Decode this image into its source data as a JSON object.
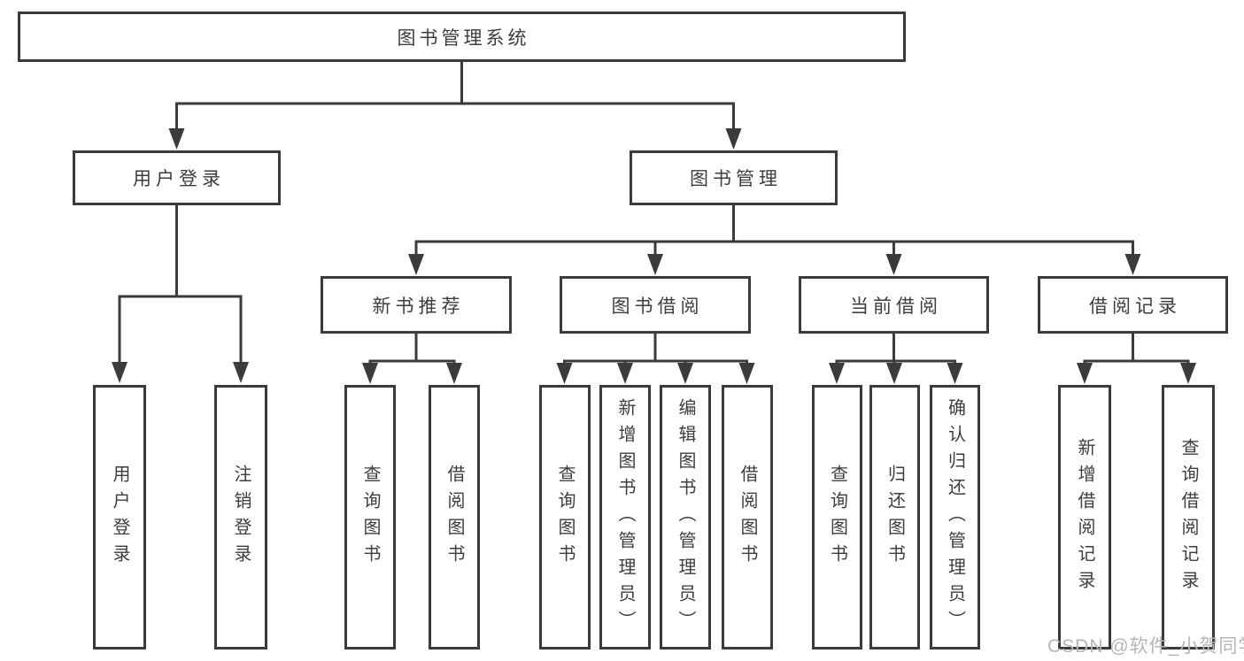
{
  "tree": {
    "root": {
      "label": "图书管理系统"
    },
    "level2": [
      {
        "label": "用户登录"
      },
      {
        "label": "图书管理"
      }
    ],
    "level3": [
      {
        "label": "新书推荐"
      },
      {
        "label": "图书借阅"
      },
      {
        "label": "当前借阅"
      },
      {
        "label": "借阅记录"
      }
    ],
    "leaves": {
      "user_login_group": [
        {
          "label": "用户登录"
        },
        {
          "label": "注销登录"
        }
      ],
      "new_book_group": [
        {
          "label": "查询图书"
        },
        {
          "label": "借阅图书"
        }
      ],
      "book_borrow_group": [
        {
          "label": "查询图书"
        },
        {
          "label": "新增图书（管理员）"
        },
        {
          "label": "编辑图书（管理员）"
        },
        {
          "label": "借阅图书"
        }
      ],
      "current_borrow_group": [
        {
          "label": "查询图书"
        },
        {
          "label": "归还图书"
        },
        {
          "label": "确认归还（管理员）"
        }
      ],
      "borrow_record_group": [
        {
          "label": "新增借阅记录"
        },
        {
          "label": "查询借阅记录"
        }
      ]
    }
  },
  "watermark": "CSDN @软件_小贺同学",
  "colors": {
    "line": "#3b3b3b",
    "text": "#3d3d3d",
    "watermark": "#b6b6b6",
    "background": "#ffffff"
  }
}
